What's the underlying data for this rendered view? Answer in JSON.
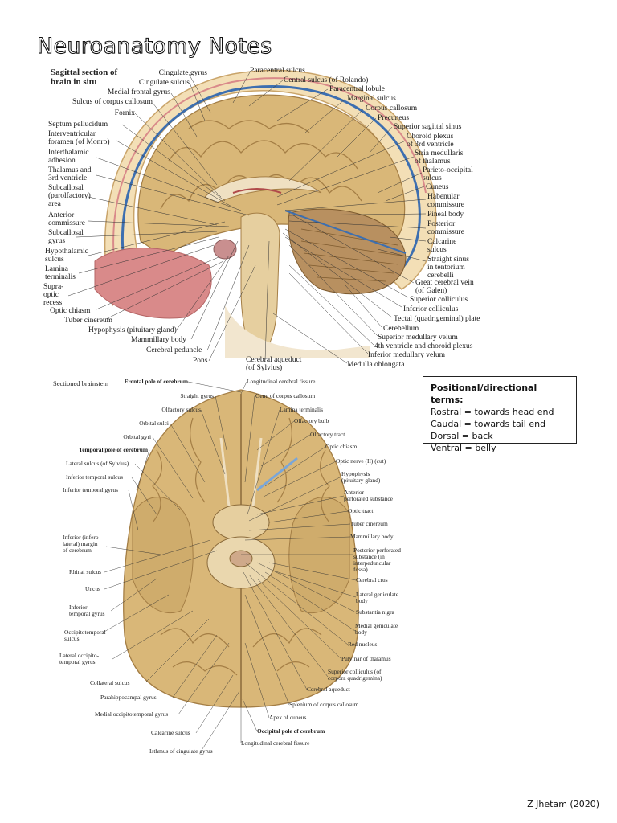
{
  "page": {
    "title": "Neuroanatomy Notes",
    "credit": "Z Jhetam (2020)"
  },
  "figure_sagittal": {
    "heading": "Sagittal section of brain in situ",
    "labels_left": [
      "Cingulate gyrus",
      "Cingulate sulcus",
      "Medial frontal gyrus",
      "Sulcus of corpus callosum",
      "Fornix",
      "Septum pellucidum",
      "Interventricular\nforamen (of Monro)",
      "Interthalamic\nadhesion",
      "Thalamus and\n3rd ventricle",
      "Subcallosal\n(parolfactory)\narea",
      "Anterior\ncommissure",
      "Subcallosal\ngyrus",
      "Hypothalamic\nsulcus",
      "Lamina\nterminalis",
      "Supra-\noptic\nrecess",
      "Optic chiasm",
      "Tuber cinereum",
      "Hypophysis (pituitary gland)",
      "Mammillary body",
      "Cerebral peduncle",
      "Pons",
      "Cerebral aqueduct\n(of Sylvius)"
    ],
    "labels_right": [
      "Paracentral sulcus",
      "Central sulcus (of Rolando)",
      "Paracentral lobule",
      "Marginal sulcus",
      "Corpus callosum",
      "Precuneus",
      "Superior sagittal sinus",
      "Choroid plexus\nof 3rd ventricle",
      "Stria medullaris\nof thalamus",
      "Parieto-occipital\nsulcus",
      "Cuneus",
      "Habenular\ncommissure",
      "Pineal body",
      "Posterior\ncommissure",
      "Calcarine\nsulcus",
      "Straight sinus\nin tentorium\ncerebelli",
      "Great cerebral vein\n(of Galen)",
      "Superior colliculus",
      "Inferior colliculus",
      "Tectal (quadrigeminal) plate",
      "Cerebellum",
      "Superior medullary velum",
      "4th ventricle and choroid plexus",
      "Inferior medullary velum",
      "Medulla oblongata"
    ]
  },
  "figure_basal": {
    "heading": "Sectioned brainstem",
    "labels_left": [
      "Frontal pole of cerebrum",
      "Straight gyrus",
      "Olfactory sulcus",
      "Orbital sulci",
      "Orbital gyri",
      "Temporal pole of cerebrum",
      "Lateral sulcus (of Sylvius)",
      "Inferior temporal sulcus",
      "Inferior temporal gyrus",
      "Inferior (infero-\nlateral) margin\nof cerebrum",
      "Rhinal sulcus",
      "Uncus",
      "Inferior\ntemporal gyrus",
      "Occipitotemporal\nsulcus",
      "Lateral occipito-\ntemporal gyrus",
      "Collateral sulcus",
      "Parahippocampal gyrus",
      "Medial occipitotemporal gyrus",
      "Calcarine sulcus",
      "Isthmus of cingulate gyrus"
    ],
    "labels_right": [
      "Longitudinal cerebral fissure",
      "Genu of corpus callosum",
      "Lamina terminalis",
      "Olfactory bulb",
      "Olfactory tract",
      "Optic chiasm",
      "Optic nerve (II) (cut)",
      "Hypophysis\n(pituitary gland)",
      "Anterior\nperforated substance",
      "Optic tract",
      "Tuber cinereum",
      "Mammillary body",
      "Posterior perforated\nsubstance (in\ninterpeduncular\nfossa)",
      "Cerebral crus",
      "Lateral geniculate\nbody",
      "Substantia nigra",
      "Medial geniculate\nbody",
      "Red nucleus",
      "Pulvinar of thalamus",
      "Superior colliculus (of\ncorpora quadrigemina)",
      "Cerebral aqueduct",
      "Splenium of corpus callosum",
      "Apex of cuneus",
      "Occipital pole of cerebrum",
      "Longitudinal cerebral fissure"
    ]
  },
  "terms_box": {
    "heading": "Positional/directional terms:",
    "lines": [
      "Rostral = towards head end",
      "Caudal = towards tail end",
      "Dorsal = back",
      "Ventral = belly"
    ]
  },
  "colors": {
    "brain_tan": "#d9b778",
    "brain_dark": "#a47e45",
    "vessel_blue": "#3d6fb0",
    "tissue_pink": "#d98a8a",
    "bone_cream": "#f3dfb6"
  }
}
